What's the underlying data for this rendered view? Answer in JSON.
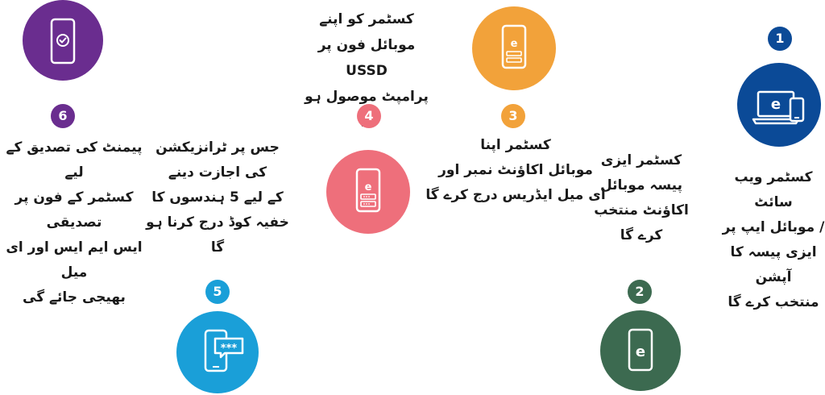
{
  "colors": {
    "step1": "#0b4a97",
    "step2": "#3c6a50",
    "step3": "#f2a23a",
    "step4": "#ee6f7b",
    "step5": "#1a9fd8",
    "step6": "#6a2d8f"
  },
  "steps": [
    {
      "number": "1",
      "icon": "laptop-phone-icon",
      "text": "کسٹمر ویب سائٹ\n/ موبائل ایپ پر\nایزی پیسہ کا آپشن\nمنتخب کرے گا"
    },
    {
      "number": "2",
      "icon": "phone-app-icon",
      "text": "کسٹمر ایزی\nپیسہ موبائل\nاکاؤنٹ منتخب\nکرے گا"
    },
    {
      "number": "3",
      "icon": "phone-form-icon",
      "text": "کسٹمر اپنا\nموبائل اکاؤنٹ نمبر اور\nای میل ایڈریس درج کرے گا"
    },
    {
      "number": "4",
      "icon": "phone-prompt-icon",
      "text": "کسٹمر کو اپنے\nموبائل فون پر USSD\nپرامپٹ موصول ہو گا"
    },
    {
      "number": "5",
      "icon": "phone-pin-icon",
      "text": "جس پر ٹرانزیکشن\nکی اجازت دینے\nکے لیے 5 ہندسوں کا\nخفیہ کوڈ درج کرنا ہو گا"
    },
    {
      "number": "6",
      "icon": "phone-check-icon",
      "text": "پیمنٹ کی تصدیق کے لیے\nکسٹمر کے فون پر تصدیقی\nایس ایم ایس اور ای میل\nبھیجی جائے گی"
    }
  ]
}
